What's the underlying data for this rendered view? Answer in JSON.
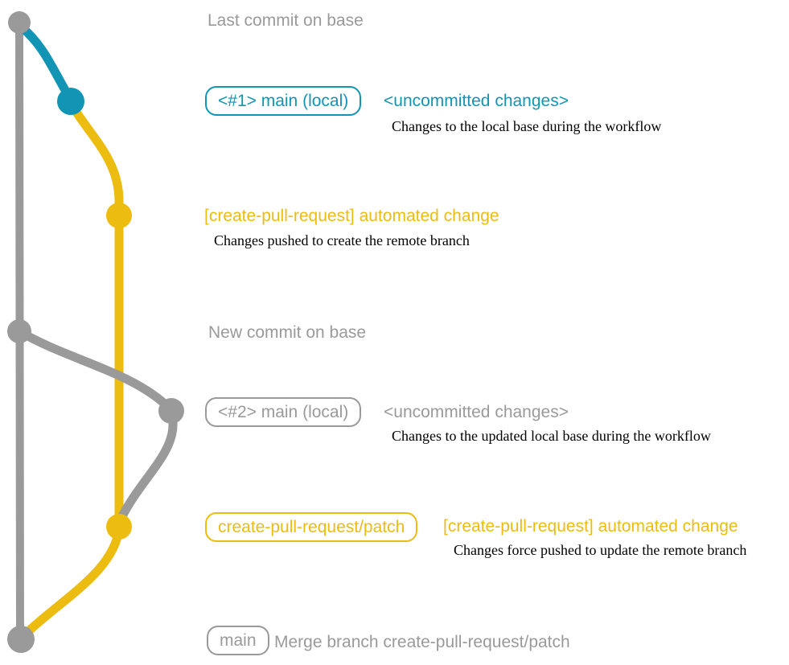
{
  "colors": {
    "gray": "#9a9a9a",
    "teal": "#1295b5",
    "yellow": "#edbc11",
    "note_text": "#000000",
    "background": "#ffffff"
  },
  "annotations": {
    "last_commit_on_base": "Last commit on base",
    "new_commit_on_base": "New commit on base"
  },
  "rows": {
    "row1": {
      "tag": "<#1> main (local)",
      "status": "<uncommitted changes>",
      "note": "Changes to the local base during the workflow"
    },
    "commit1": {
      "message": "[create-pull-request] automated change",
      "note": "Changes pushed to create the remote branch"
    },
    "row2": {
      "tag": "<#2> main (local)",
      "status": "<uncommitted changes>",
      "note": "Changes to the updated local base during the workflow"
    },
    "patch": {
      "tag": "create-pull-request/patch",
      "message": "[create-pull-request] automated change",
      "note": "Changes force pushed to update the remote branch"
    },
    "merge": {
      "tag": "main",
      "message": "Merge branch create-pull-request/patch"
    }
  },
  "graph": {
    "branches": [
      {
        "name": "base",
        "color": "gray"
      },
      {
        "name": "main-local",
        "color": "teal-then-yellow"
      },
      {
        "name": "create-pull-request-patch",
        "color": "yellow"
      },
      {
        "name": "updated-main-local",
        "color": "gray"
      }
    ],
    "nodes": [
      {
        "name": "last-commit-on-base",
        "color": "gray"
      },
      {
        "name": "uncommitted-changes-1",
        "color": "teal"
      },
      {
        "name": "automated-change-commit-1",
        "color": "yellow"
      },
      {
        "name": "new-commit-on-base",
        "color": "gray"
      },
      {
        "name": "uncommitted-changes-2",
        "color": "gray"
      },
      {
        "name": "automated-change-commit-2",
        "color": "yellow"
      },
      {
        "name": "merge-commit",
        "color": "gray"
      }
    ]
  }
}
